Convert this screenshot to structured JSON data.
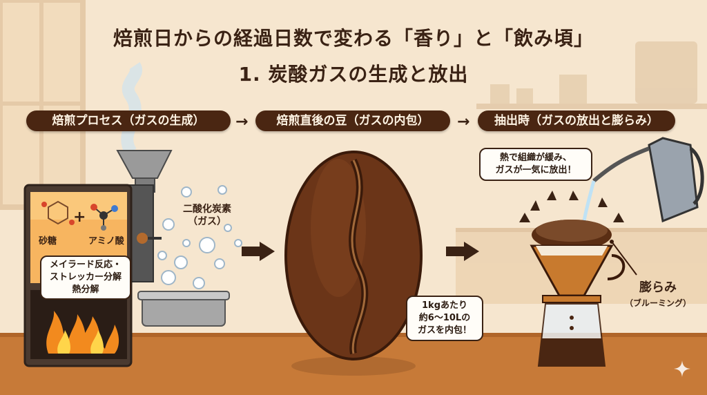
{
  "title_line1": "焙煎日からの経過日数で変わる「香り」と「飲み頃」",
  "title_line2": "1. 炭酸ガスの生成と放出",
  "stages": [
    {
      "label": "焙煎プロセス（ガスの生成）"
    },
    {
      "label": "焙煎直後の豆（ガスの内包）"
    },
    {
      "label": "抽出時（ガスの放出と膨らみ）"
    }
  ],
  "arrow_symbol": "→",
  "roaster": {
    "sugar_label": "砂糖",
    "amino_label": "アミノ酸",
    "plus": "+",
    "reaction_lines": [
      "メイラード反応・",
      "ストレッカー分解",
      "熱分解"
    ]
  },
  "co2": {
    "line1": "二酸化炭素",
    "line2": "（ガス）"
  },
  "bean_note": {
    "lines": [
      "1kgあたり",
      "約6～10Lの",
      "ガスを内包！"
    ]
  },
  "drip_note": {
    "lines": [
      "熱で組織が緩み、",
      "ガスが一気に放出！"
    ]
  },
  "bloom": {
    "label": "膨らみ",
    "sub": "（ブルーミング）"
  },
  "colors": {
    "dark_brown": "#4a2612",
    "cream": "#f6e6cf",
    "flame": "#f28a1e",
    "bean": "#6b3518"
  }
}
